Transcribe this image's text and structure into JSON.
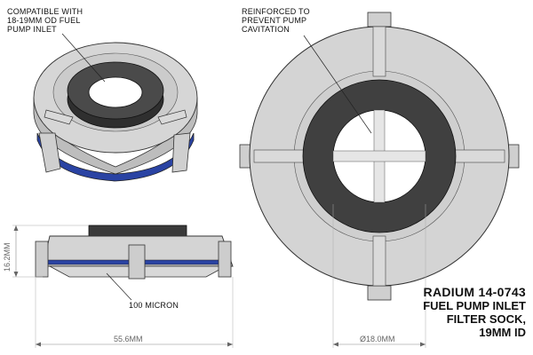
{
  "callouts": {
    "compatible": [
      "COMPATIBLE WITH",
      "18-19MM OD FUEL",
      "PUMP INLET"
    ],
    "reinforced": [
      "REINFORCED TO",
      "PREVENT PUMP",
      "CAVITATION"
    ],
    "micron": "100 MICRON"
  },
  "dimensions": {
    "height": "16.2MM",
    "width": "55.6MM",
    "diameter": "Ø18.0MM"
  },
  "title": {
    "part_number": "RADIUM 14-0743",
    "line1": "FUEL PUMP INLET",
    "line2": "FILTER SOCK,",
    "line3": "19MM ID"
  },
  "colors": {
    "body": "#d4d4d4",
    "body_dark": "#a9a9a9",
    "grommet": "#3f3f3f",
    "mesh_blue": "#2a43a3",
    "outline": "#333333"
  }
}
